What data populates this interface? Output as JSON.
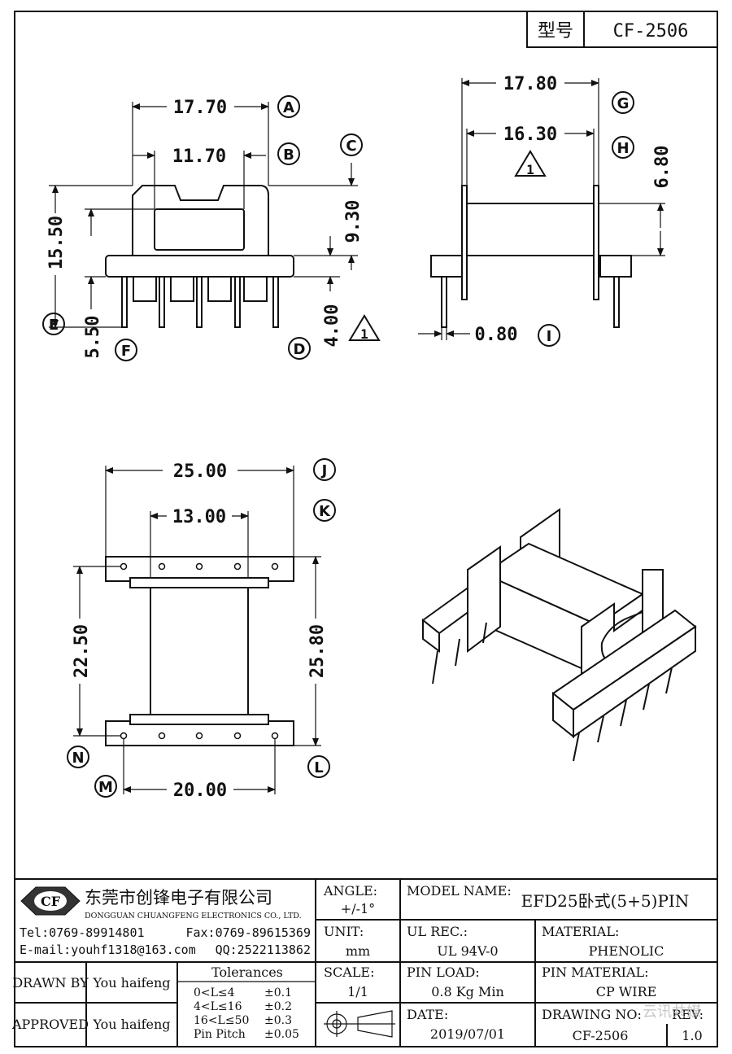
{
  "header": {
    "model_label": "型号",
    "part_number": "CF-2506"
  },
  "dimensions": {
    "a": "17.70",
    "b": "11.70",
    "c": "9.30",
    "d": "4.00",
    "e": "15.50",
    "f": "5.50",
    "g": "17.80",
    "h": "16.30",
    "h2": "6.80",
    "i": "0.80",
    "j": "25.00",
    "k": "13.00",
    "l": "25.80",
    "m": "20.00",
    "n": "22.50"
  },
  "callouts": [
    "A",
    "B",
    "C",
    "D",
    "E",
    "F",
    "G",
    "H",
    "I",
    "J",
    "K",
    "L",
    "M",
    "N"
  ],
  "warning_mark": "1",
  "title_block": {
    "company_cn": "东莞市创锋电子有限公司",
    "company_en": "DONGGUAN CHUANGFENG ELECTRONICS CO., LTD.",
    "logo_text": "CF",
    "tel": "Tel:0769-89914801",
    "fax": "Fax:0769-89615369",
    "email": "E-mail:youhf1318@163.com",
    "qq": "QQ:2522113862",
    "angle_label": "ANGLE:",
    "angle_value": "+/-1°",
    "unit_label": "UNIT:",
    "unit_value": "mm",
    "scale_label": "SCALE:",
    "scale_value": "1/1",
    "model_name_label": "MODEL NAME:",
    "model_name_value": "EFD25卧式(5+5)PIN",
    "ul_rec_label": "UL REC.:",
    "ul_rec_value": "UL 94V-0",
    "material_label": "MATERIAL:",
    "material_value": "PHENOLIC",
    "pin_load_label": "PIN LOAD:",
    "pin_load_value": "0.8 Kg Min",
    "pin_material_label": "PIN MATERIAL:",
    "pin_material_value": "CP WIRE",
    "date_label": "DATE:",
    "date_value": "2019/07/01",
    "drawing_no_label": "DRAWING NO:",
    "drawing_no_value": "CF-2506",
    "rev_label": "REV:",
    "rev_value": "1.0",
    "drawn_by_label": "DRAWN BY",
    "drawn_by_value": "You haifeng",
    "approved_label": "APPROVED",
    "approved_value": "You haifeng",
    "tolerances_title": "Tolerances",
    "tolerances": [
      {
        "range": "0<L≤4",
        "value": "±0.1"
      },
      {
        "range": "4<L≤16",
        "value": "±0.2"
      },
      {
        "range": "16<L≤50",
        "value": "±0.3"
      },
      {
        "range": "Pin Pitch",
        "value": "±0.05"
      }
    ],
    "watermark": "云讯共媒"
  }
}
